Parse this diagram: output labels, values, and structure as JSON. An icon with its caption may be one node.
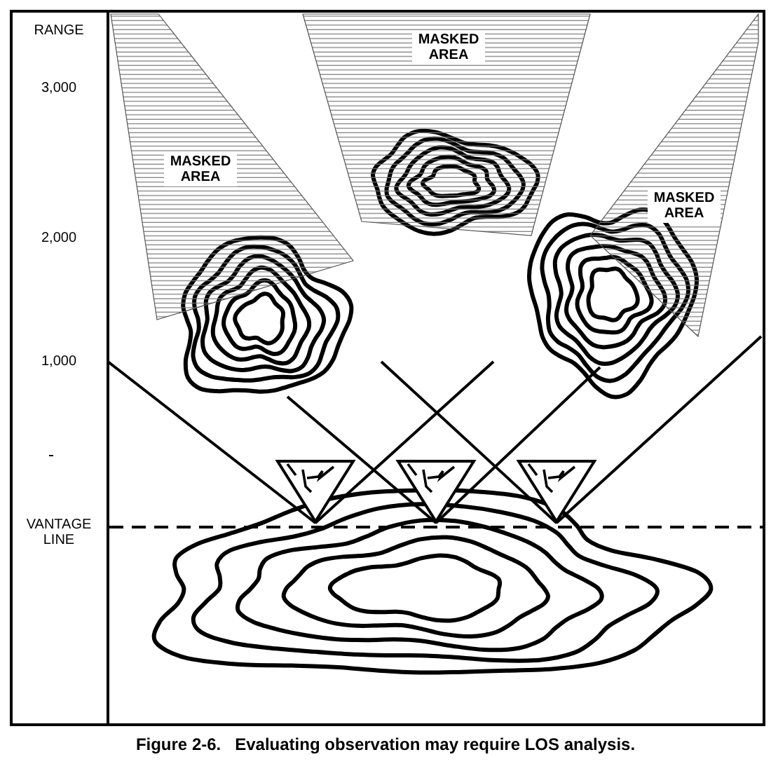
{
  "diagram": {
    "caption": "Figure 2-6.   Evaluating observation may require LOS analysis.",
    "nodes": [
      {
        "text": [
          "MASKED AREA"
        ]
      },
      {
        "text": [
          "MASKED AREA"
        ]
      },
      {
        "text": [
          "MASKED AREA"
        ]
      }
    ],
    "labels": [
      "RANGE",
      "3,000",
      "2,000",
      "1,000",
      "VANTAGE LINE"
    ]
  }
}
